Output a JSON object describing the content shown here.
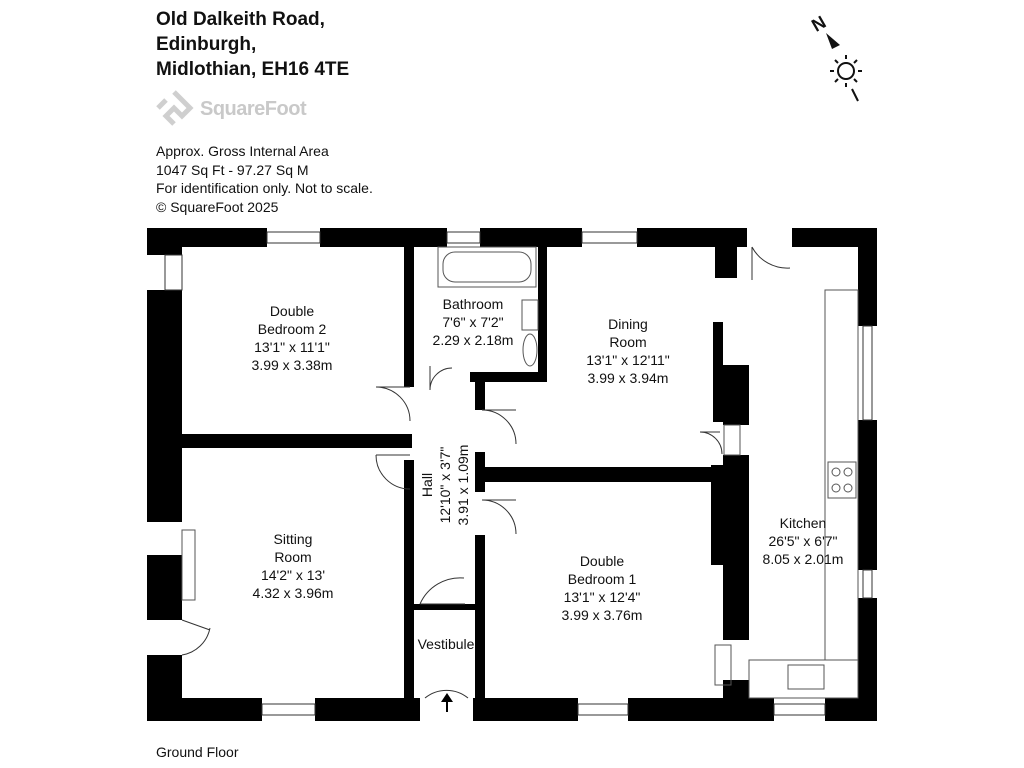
{
  "address": {
    "line1": "Old Dalkeith Road,",
    "line2": "Edinburgh,",
    "line3": "Midlothian, EH16 4TE"
  },
  "brand": "SquareFoot",
  "compass": {
    "label": "N",
    "icon": "north-arrow-icon"
  },
  "info": {
    "line1": "Approx. Gross Internal Area",
    "line2": "1047 Sq Ft  -  97.27 Sq M",
    "line3": "For identification only. Not to scale.",
    "line4": "© SquareFoot 2025"
  },
  "floor_label": "Ground Floor",
  "rooms": {
    "bedroom2": {
      "name1": "Double",
      "name2": "Bedroom 2",
      "imperial": "13'1\" x 11'1\"",
      "metric": "3.99 x 3.38m"
    },
    "bathroom": {
      "name1": "Bathroom",
      "imperial": "7'6\" x 7'2\"",
      "metric": "2.29 x 2.18m"
    },
    "dining": {
      "name1": "Dining",
      "name2": "Room",
      "imperial": "13'1\" x 12'11\"",
      "metric": "3.99 x 3.94m"
    },
    "hall": {
      "name1": "Hall",
      "imperial": "12'10\" x 3'7\"",
      "metric": "3.91 x 1.09m"
    },
    "sitting": {
      "name1": "Sitting",
      "name2": "Room",
      "imperial": "14'2\" x 13'",
      "metric": "4.32 x 3.96m"
    },
    "bedroom1": {
      "name1": "Double",
      "name2": "Bedroom 1",
      "imperial": "13'1\" x 12'4\"",
      "metric": "3.99 x 3.76m"
    },
    "kitchen": {
      "name1": "Kitchen",
      "imperial": "26'5\" x 6'7\"",
      "metric": "8.05 x 2.01m"
    },
    "vestibule": {
      "name1": "Vestibule"
    }
  }
}
